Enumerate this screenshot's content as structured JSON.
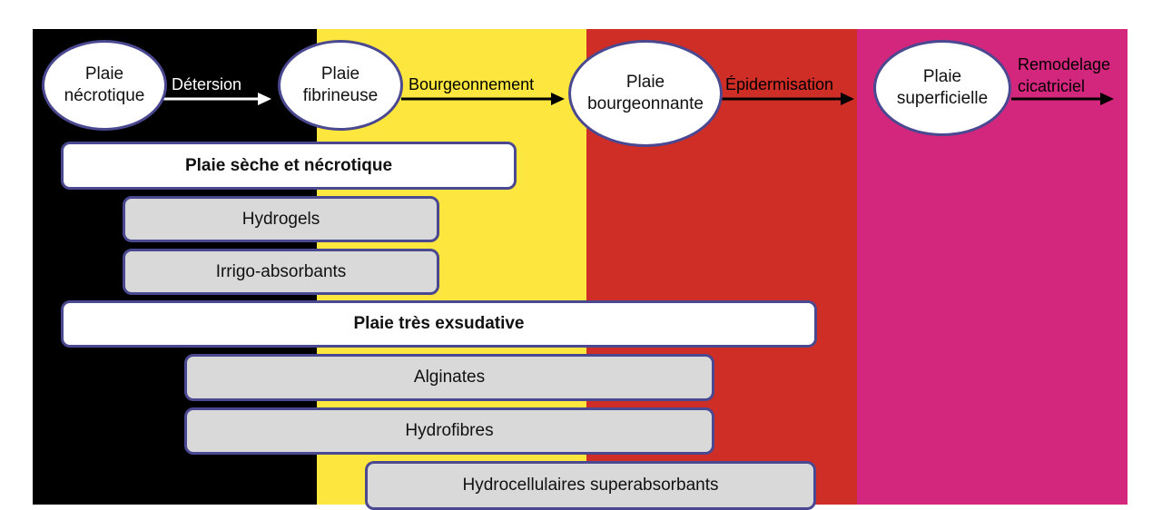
{
  "colors": {
    "phase_necrotic": "#000000",
    "phase_fibrinous": "#fde73e",
    "phase_granulating": "#cf2e27",
    "phase_superficial": "#d3267d",
    "outline": "#4a4890"
  },
  "stages": [
    {
      "line1": "Plaie",
      "line2": "nécrotique"
    },
    {
      "line1": "Plaie",
      "line2": "fibrineuse"
    },
    {
      "line1": "Plaie",
      "line2": "bourgeonnante"
    },
    {
      "line1": "Plaie",
      "line2": "superficielle"
    }
  ],
  "transitions": [
    {
      "label": "Détersion"
    },
    {
      "label": "Bourgeonnement"
    },
    {
      "label": "Épidermisation"
    },
    {
      "line1": "Remodelage",
      "line2": "cicatriciel"
    }
  ],
  "conditions": [
    {
      "label": "Plaie sèche et nécrotique"
    },
    {
      "label": "Plaie très exsudative"
    }
  ],
  "dressings": [
    {
      "label": "Hydrogels"
    },
    {
      "label": "Irrigo-absorbants"
    },
    {
      "label": "Alginates"
    },
    {
      "label": "Hydrofibres"
    },
    {
      "label": "Hydrocellulaires superabsorbants"
    }
  ]
}
